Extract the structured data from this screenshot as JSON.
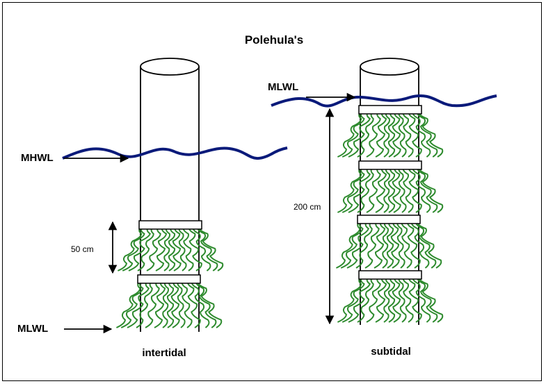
{
  "title": "Polehula's",
  "intertidal": {
    "caption": "intertidal",
    "water_level_top": "MHWL",
    "water_level_bottom": "MLWL",
    "dimension": "50 cm"
  },
  "subtidal": {
    "caption": "subtidal",
    "water_level": "MLWL",
    "dimension": "200 cm"
  },
  "colors": {
    "water": "#0a1a7a",
    "seaweed": "#2e8b2e",
    "outline": "#000000"
  }
}
